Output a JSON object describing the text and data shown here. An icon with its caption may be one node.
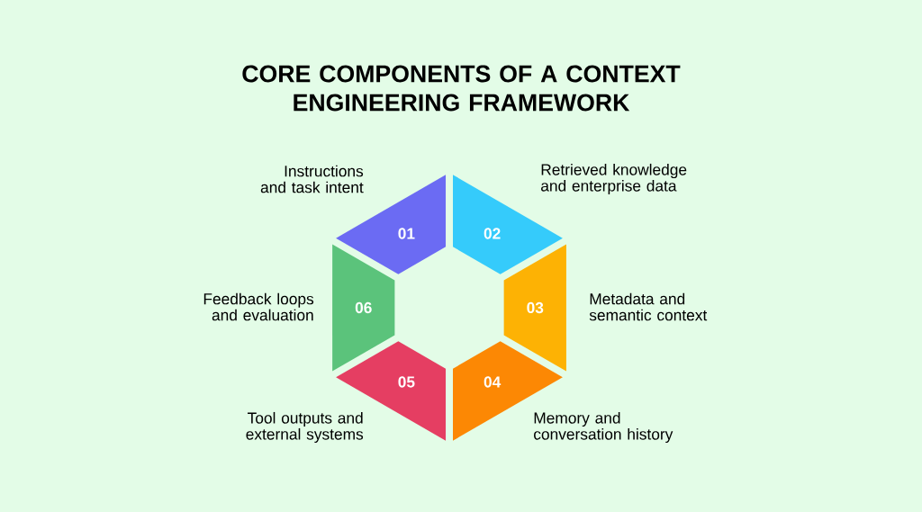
{
  "diagram": {
    "title": "CORE COMPONENTS OF A CONTEXT ENGINEERING FRAMEWORK",
    "nodes": [
      {
        "text": [
          "01"
        ],
        "beside": [
          "Instructions and task intent"
        ]
      },
      {
        "text": [
          "02"
        ],
        "beside": [
          "Retrieved knowledge and enterprise data"
        ]
      },
      {
        "text": [
          "03"
        ],
        "beside": [
          "Metadata and semantic context"
        ]
      },
      {
        "text": [
          "04"
        ],
        "beside": [
          "Memory and conversation history"
        ]
      },
      {
        "text": [
          "05"
        ],
        "beside": [
          "Tool outputs and external systems"
        ]
      },
      {
        "text": [
          "06"
        ],
        "beside": [
          "Feedback loops and evaluation"
        ]
      }
    ]
  }
}
